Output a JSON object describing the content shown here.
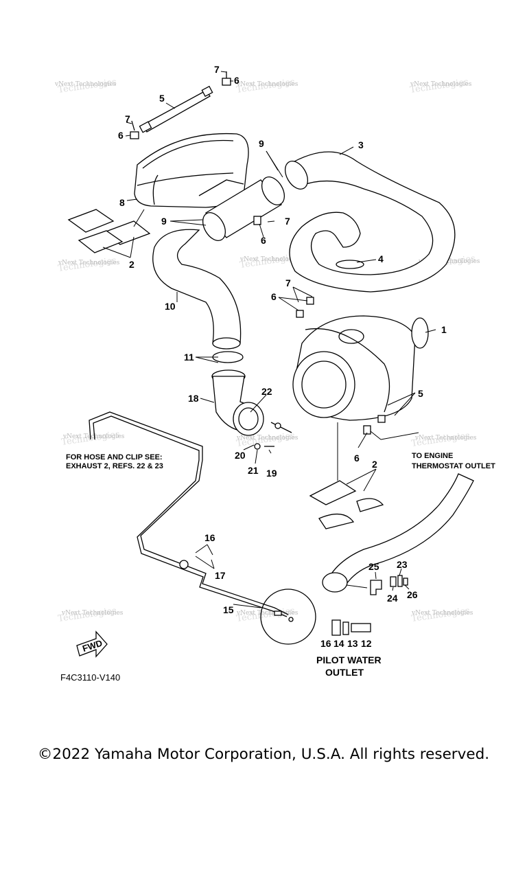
{
  "watermark": {
    "line1": "vNext Technologies"
  },
  "callouts": {
    "c1": "1",
    "c2a": "2",
    "c2b": "2",
    "c3": "3",
    "c4": "4",
    "c5a": "5",
    "c5b": "5",
    "c6a": "6",
    "c6b": "6",
    "c6c": "6",
    "c6d": "6",
    "c6e": "6",
    "c7a": "7",
    "c7b": "7",
    "c7c": "7",
    "c7d": "7",
    "c8": "8",
    "c9a": "9",
    "c9b": "9",
    "c10": "10",
    "c11": "11",
    "c12": "12",
    "c13": "13",
    "c14": "14",
    "c15": "15",
    "c16a": "16",
    "c16b": "16",
    "c17": "17",
    "c18": "18",
    "c19": "19",
    "c20": "20",
    "c21": "21",
    "c22": "22",
    "c23": "23",
    "c24": "24",
    "c25": "25",
    "c26": "26"
  },
  "notes": {
    "hose_clip_line1": "FOR HOSE AND CLIP SEE:",
    "hose_clip_line2": "EXHAUST 2, REFS. 22 & 23",
    "engine_line1": "TO ENGINE",
    "engine_line2": "THERMOSTAT OUTLET",
    "pilot_line1": "PILOT WATER",
    "pilot_line2": "OUTLET",
    "fwd": "FWD",
    "ref_code": "F4C3110-V140"
  },
  "copyright": "©2022 Yamaha Motor Corporation, U.S.A. All rights reserved."
}
